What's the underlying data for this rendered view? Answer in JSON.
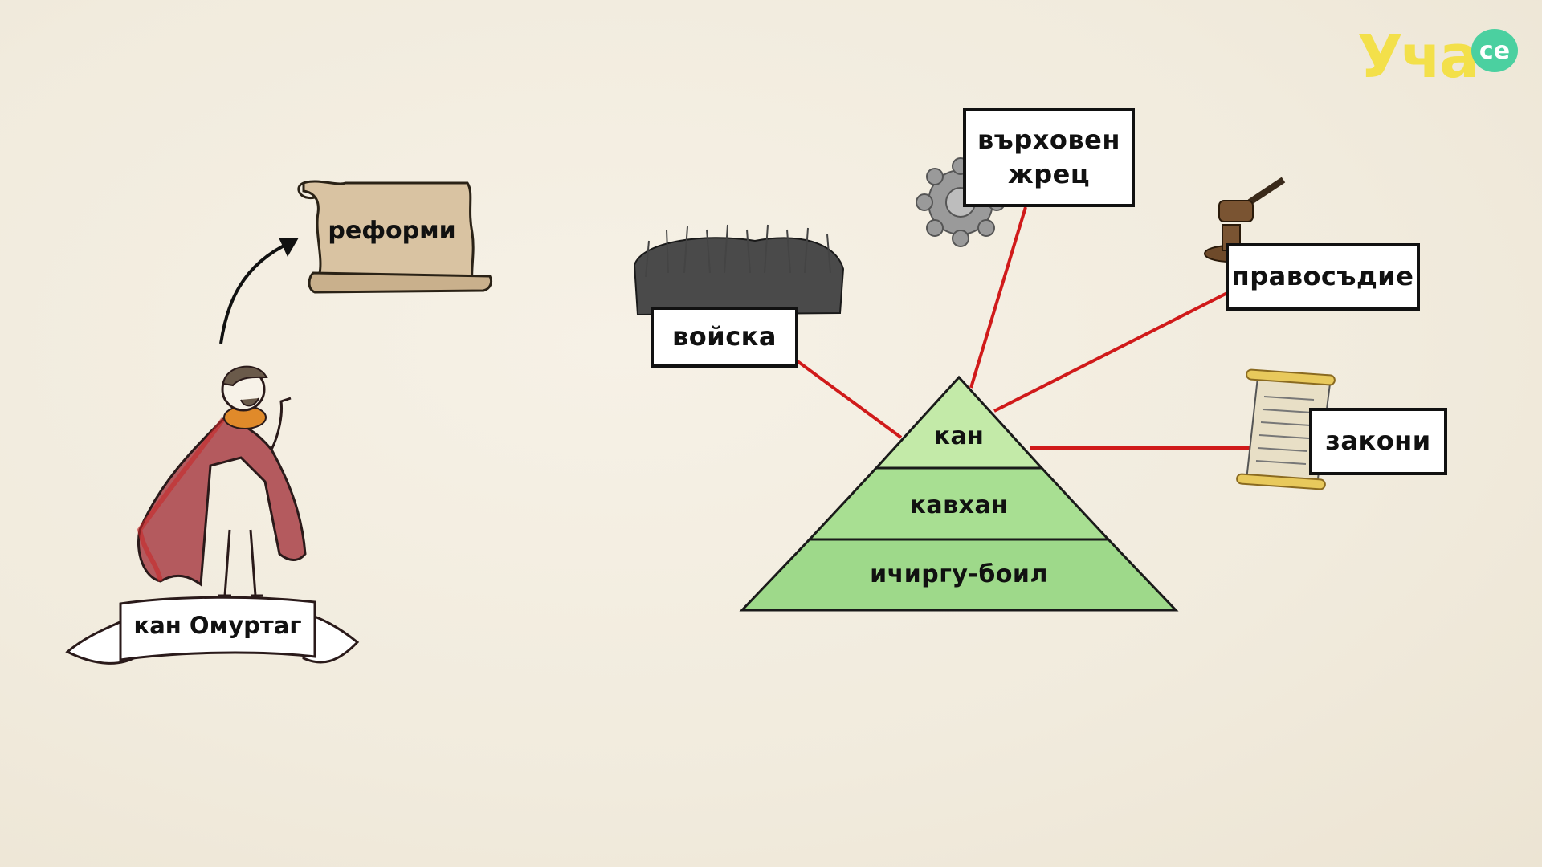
{
  "logo": {
    "text": "Уча",
    "suffix": "се",
    "color": "#f3e04a",
    "accent": "#4bd0a0"
  },
  "reforms_scroll": {
    "label": "реформи"
  },
  "ruler": {
    "name_banner": "кан Омуртаг"
  },
  "pyramid": {
    "levels": [
      {
        "label": "кан"
      },
      {
        "label": "кавхан"
      },
      {
        "label": "ичиргу-боил"
      }
    ],
    "fill_top": "#c3eaa8",
    "fill": "#9ed98a"
  },
  "nodes": {
    "army": {
      "label": "войска"
    },
    "priest": {
      "line1": "върховен",
      "line2": "жрец"
    },
    "justice": {
      "label": "правосъдие"
    },
    "laws": {
      "label": "закони"
    }
  },
  "connector_color": "#d01a1a"
}
